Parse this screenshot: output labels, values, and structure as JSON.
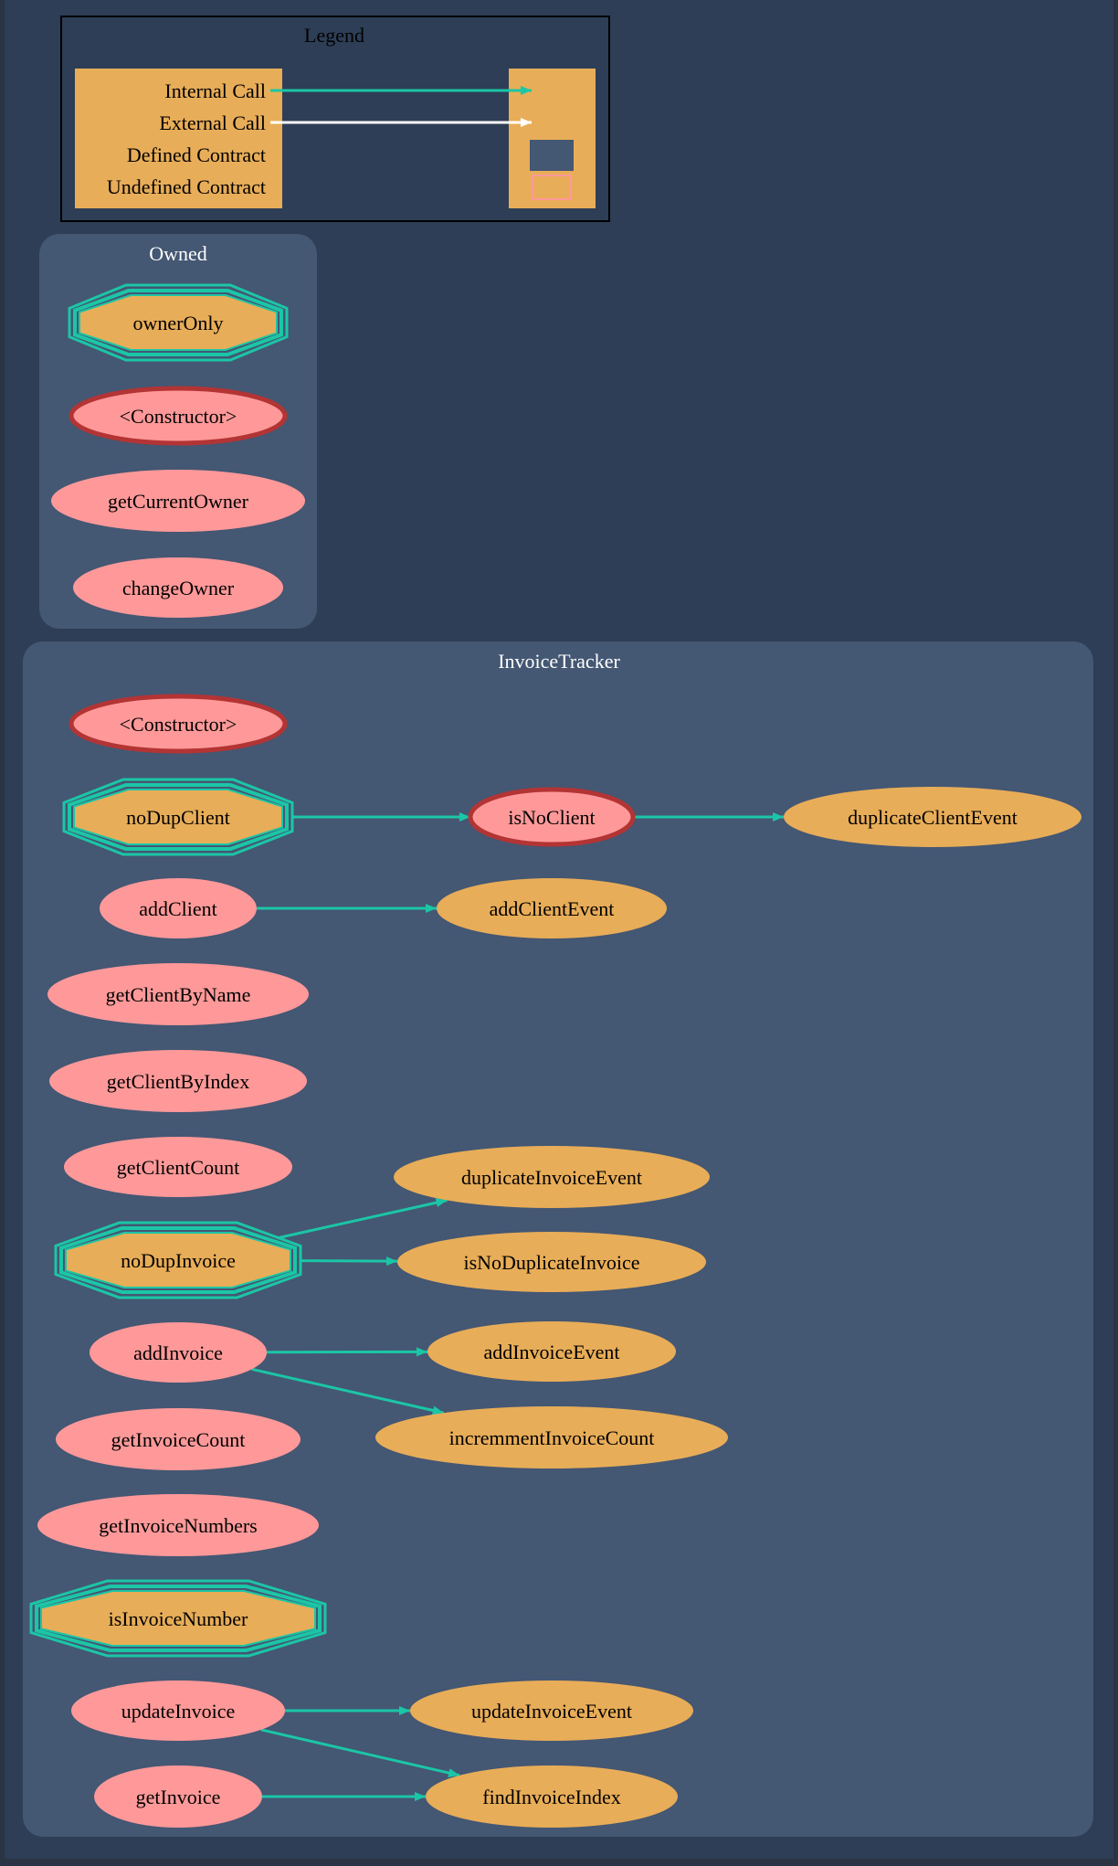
{
  "colors": {
    "page_bg": "#2b3444",
    "frame_bg": "#2e3e56",
    "cluster_bg": "#445773",
    "orange": "#e8ad58",
    "pink": "#ff9999",
    "teal": "#1bc6a6",
    "red_border": "#b33434",
    "white": "#ffffff",
    "black": "#000000"
  },
  "legend": {
    "title": "Legend",
    "items": [
      "Internal Call",
      "External Call",
      "Defined Contract",
      "Undefined Contract"
    ]
  },
  "clusters": {
    "owned": {
      "title": "Owned",
      "nodes": [
        "ownerOnly",
        "<Constructor>",
        "getCurrentOwner",
        "changeOwner"
      ]
    },
    "invoice": {
      "title": "InvoiceTracker",
      "left_nodes": [
        "<Constructor>",
        "noDupClient",
        "addClient",
        "getClientByName",
        "getClientByIndex",
        "getClientCount",
        "noDupInvoice",
        "addInvoice",
        "getInvoiceCount",
        "getInvoiceNumbers",
        "isInvoiceNumber",
        "updateInvoice",
        "getInvoice"
      ],
      "mid_nodes": [
        "isNoClient",
        "addClientEvent",
        "duplicateInvoiceEvent",
        "isNoDuplicateInvoice",
        "addInvoiceEvent",
        "incremmentInvoiceCount",
        "updateInvoiceEvent",
        "findInvoiceIndex"
      ],
      "right_nodes": [
        "duplicateClientEvent"
      ]
    }
  },
  "edges": [
    [
      "noDupClient",
      "isNoClient"
    ],
    [
      "isNoClient",
      "duplicateClientEvent"
    ],
    [
      "addClient",
      "addClientEvent"
    ],
    [
      "noDupInvoice",
      "duplicateInvoiceEvent"
    ],
    [
      "noDupInvoice",
      "isNoDuplicateInvoice"
    ],
    [
      "addInvoice",
      "addInvoiceEvent"
    ],
    [
      "addInvoice",
      "incremmentInvoiceCount"
    ],
    [
      "updateInvoice",
      "updateInvoiceEvent"
    ],
    [
      "updateInvoice",
      "findInvoiceIndex"
    ],
    [
      "getInvoice",
      "findInvoiceIndex"
    ]
  ]
}
